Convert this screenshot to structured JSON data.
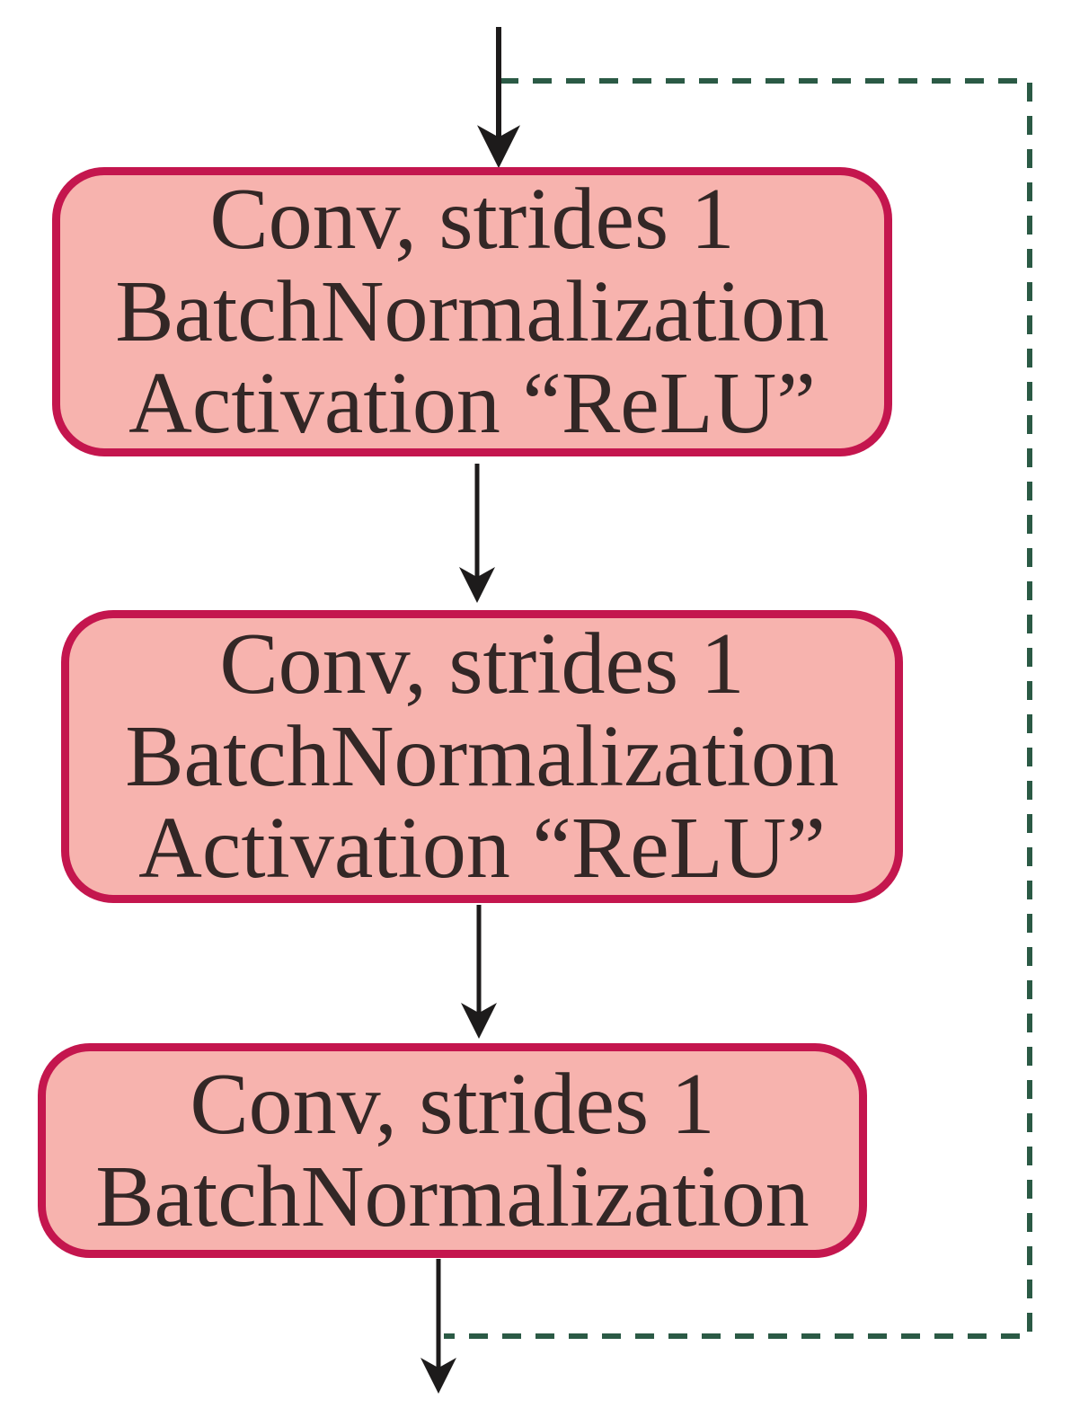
{
  "diagram": {
    "nodes": [
      {
        "id": "conv-block-1",
        "lines": [
          "Conv, strides 1",
          "BatchNormalization",
          "Activation “ReLU”"
        ]
      },
      {
        "id": "conv-block-2",
        "lines": [
          "Conv, strides 1",
          "BatchNormalization",
          "Activation “ReLU”"
        ]
      },
      {
        "id": "conv-block-3",
        "lines": [
          "Conv, strides 1",
          "BatchNormalization"
        ]
      }
    ],
    "edges": [
      {
        "from": "input",
        "to": "conv-block-1",
        "style": "solid-arrow",
        "color": "#1d1b1b"
      },
      {
        "from": "conv-block-1",
        "to": "conv-block-2",
        "style": "solid-arrow",
        "color": "#1d1b1b"
      },
      {
        "from": "conv-block-2",
        "to": "conv-block-3",
        "style": "solid-arrow",
        "color": "#1d1b1b"
      },
      {
        "from": "conv-block-3",
        "to": "output",
        "style": "solid-arrow",
        "color": "#1d1b1b"
      },
      {
        "from": "input",
        "to": "output",
        "style": "dashed-line",
        "role": "skip-connection",
        "color": "#2b5a45"
      }
    ]
  },
  "theme": {
    "box_fill": "#f7b3ae",
    "box_border": "#c4164e",
    "arrow_color": "#1d1b1b",
    "skip_color": "#2b5a45",
    "text_color": "#332726",
    "background": "#ffffff"
  }
}
